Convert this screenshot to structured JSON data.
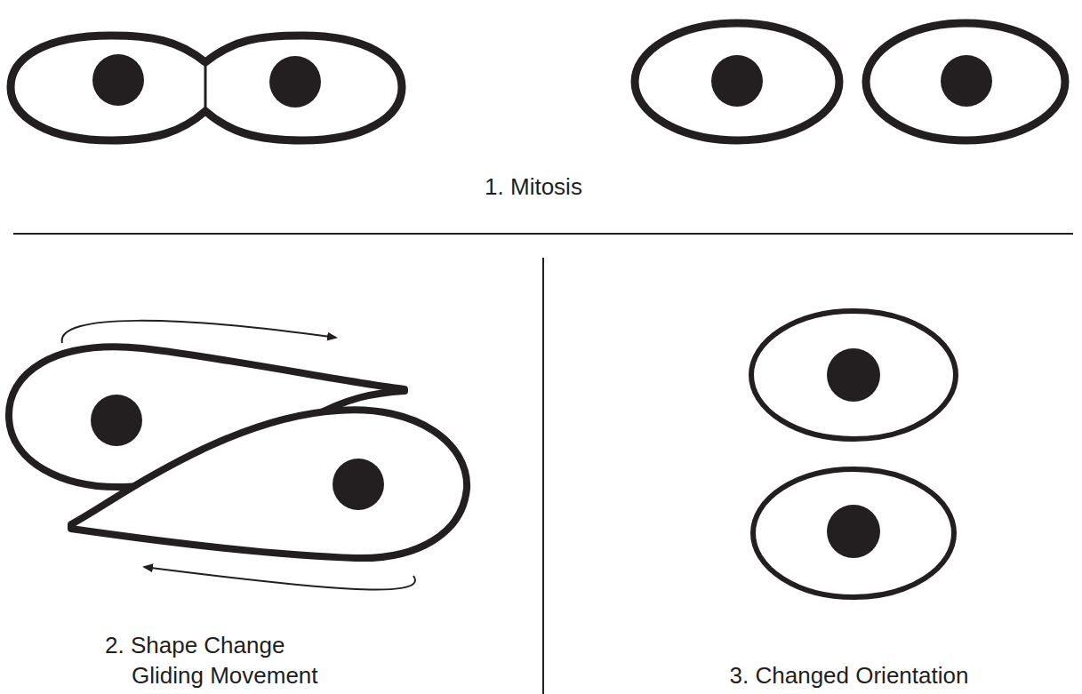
{
  "diagram": {
    "labels": [
      "1. Mitosis",
      "2. Shape Change Gliding Movement",
      "3. Changed Orientation"
    ]
  }
}
